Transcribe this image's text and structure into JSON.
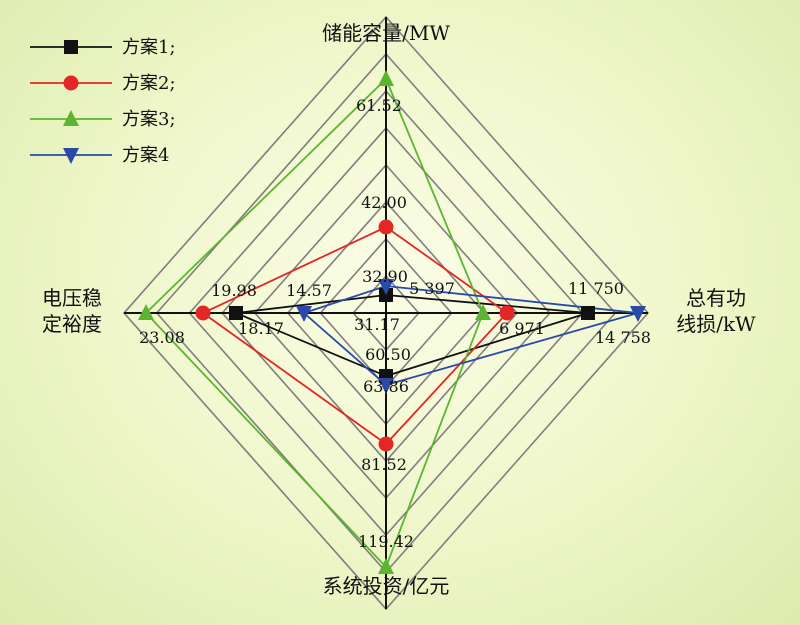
{
  "chart_data": {
    "type": "radar",
    "axes": [
      {
        "key": "storage",
        "lines": [
          "储能容量/MW"
        ]
      },
      {
        "key": "loss",
        "lines": [
          "总有功",
          "线损/kW"
        ]
      },
      {
        "key": "invest",
        "lines": [
          "系统投资/亿元"
        ]
      },
      {
        "key": "stability",
        "lines": [
          "电压稳",
          "定裕度"
        ]
      }
    ],
    "series": [
      {
        "name": "方案1;",
        "color": "#111111",
        "marker": "square",
        "values": {
          "storage": 31.17,
          "loss": 11750,
          "invest": 60.5,
          "stability": 18.17
        },
        "labels": {
          "storage": "31.17",
          "loss": "11 750",
          "invest": "60.50",
          "stability": "18.17"
        }
      },
      {
        "name": "方案2;",
        "color": "#e32626",
        "marker": "circle",
        "values": {
          "storage": 42.0,
          "loss": 6971,
          "invest": 81.52,
          "stability": 19.98
        },
        "labels": {
          "storage": "42.00",
          "loss": "6 971",
          "invest": "81.52",
          "stability": "19.98"
        }
      },
      {
        "name": "方案3;",
        "color": "#5cb531",
        "marker": "triangle-up",
        "values": {
          "storage": 61.52,
          "loss": 5397,
          "invest": 119.42,
          "stability": 23.08
        },
        "labels": {
          "storage": "61.52",
          "loss": "5 397",
          "invest": "119.42",
          "stability": "23.08"
        }
      },
      {
        "name": "方案4",
        "color": "#2b4aa8",
        "marker": "triangle-down",
        "values": {
          "storage": 32.9,
          "loss": 14758,
          "invest": 63.86,
          "stability": 14.57
        },
        "labels": {
          "storage": "32.90",
          "loss": "14 758",
          "invest": "63.86",
          "stability": "14.57"
        }
      }
    ],
    "grid": true,
    "grid_rings": 8,
    "legend_position": "top-left"
  }
}
